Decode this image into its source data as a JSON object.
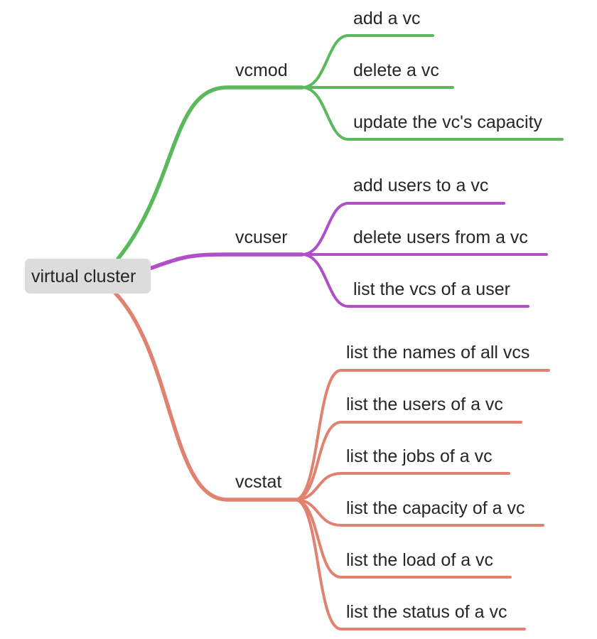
{
  "root": {
    "label": "virtual cluster",
    "fill": "#dcdcdc"
  },
  "branches": [
    {
      "label": "vcmod",
      "color": "#5cb85c",
      "children": [
        "add a vc",
        "delete a vc",
        "update the vc's capacity"
      ]
    },
    {
      "label": "vcuser",
      "color": "#b04fc7",
      "children": [
        "add users to a vc",
        "delete users from a vc",
        "list the vcs of a user"
      ]
    },
    {
      "label": "vcstat",
      "color": "#e0826f",
      "children": [
        "list the names of all vcs",
        "list the users of a vc",
        "list the jobs of a vc",
        "list the capacity of a vc",
        "list the load of a vc",
        "list the status of a vc"
      ]
    }
  ]
}
